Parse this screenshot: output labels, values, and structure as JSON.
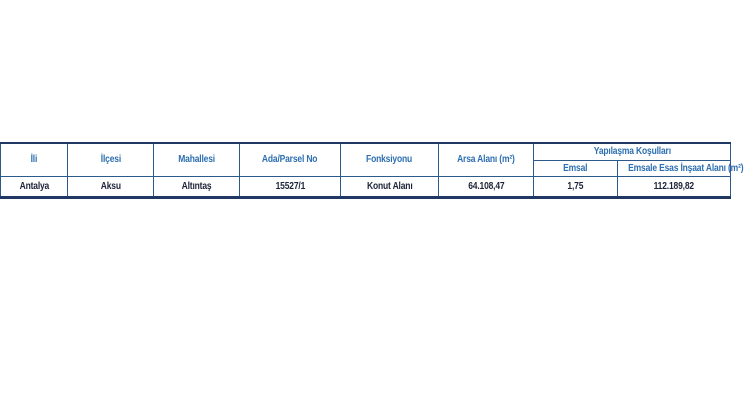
{
  "page": {
    "background_color": "#ffffff"
  },
  "colors": {
    "inner_border": "#2d5a8c",
    "outer_border": "#1f3864",
    "header_text": "#2d6fb0",
    "data_text": "#1d2438"
  },
  "table": {
    "headers": {
      "ili": "İli",
      "ilcesi": "İlçesi",
      "mahallesi": "Mahallesi",
      "ada_parsel": "Ada/Parsel No",
      "fonksiyonu": "Fonksiyonu",
      "arsa_alani": "Arsa Alanı (m²)",
      "yapilasma_kosullari": "Yapılaşma Koşulları",
      "emsal": "Emsal",
      "emsale_esas": "Emsale Esas İnşaat Alanı (m²)"
    },
    "row": {
      "ili": "Antalya",
      "ilcesi": "Aksu",
      "mahallesi": "Altıntaş",
      "ada_parsel": "15527/1",
      "fonksiyonu": "Konut Alanı",
      "arsa_alani": "64.108,47",
      "emsal": "1,75",
      "emsale_esas": "112.189,82"
    }
  }
}
